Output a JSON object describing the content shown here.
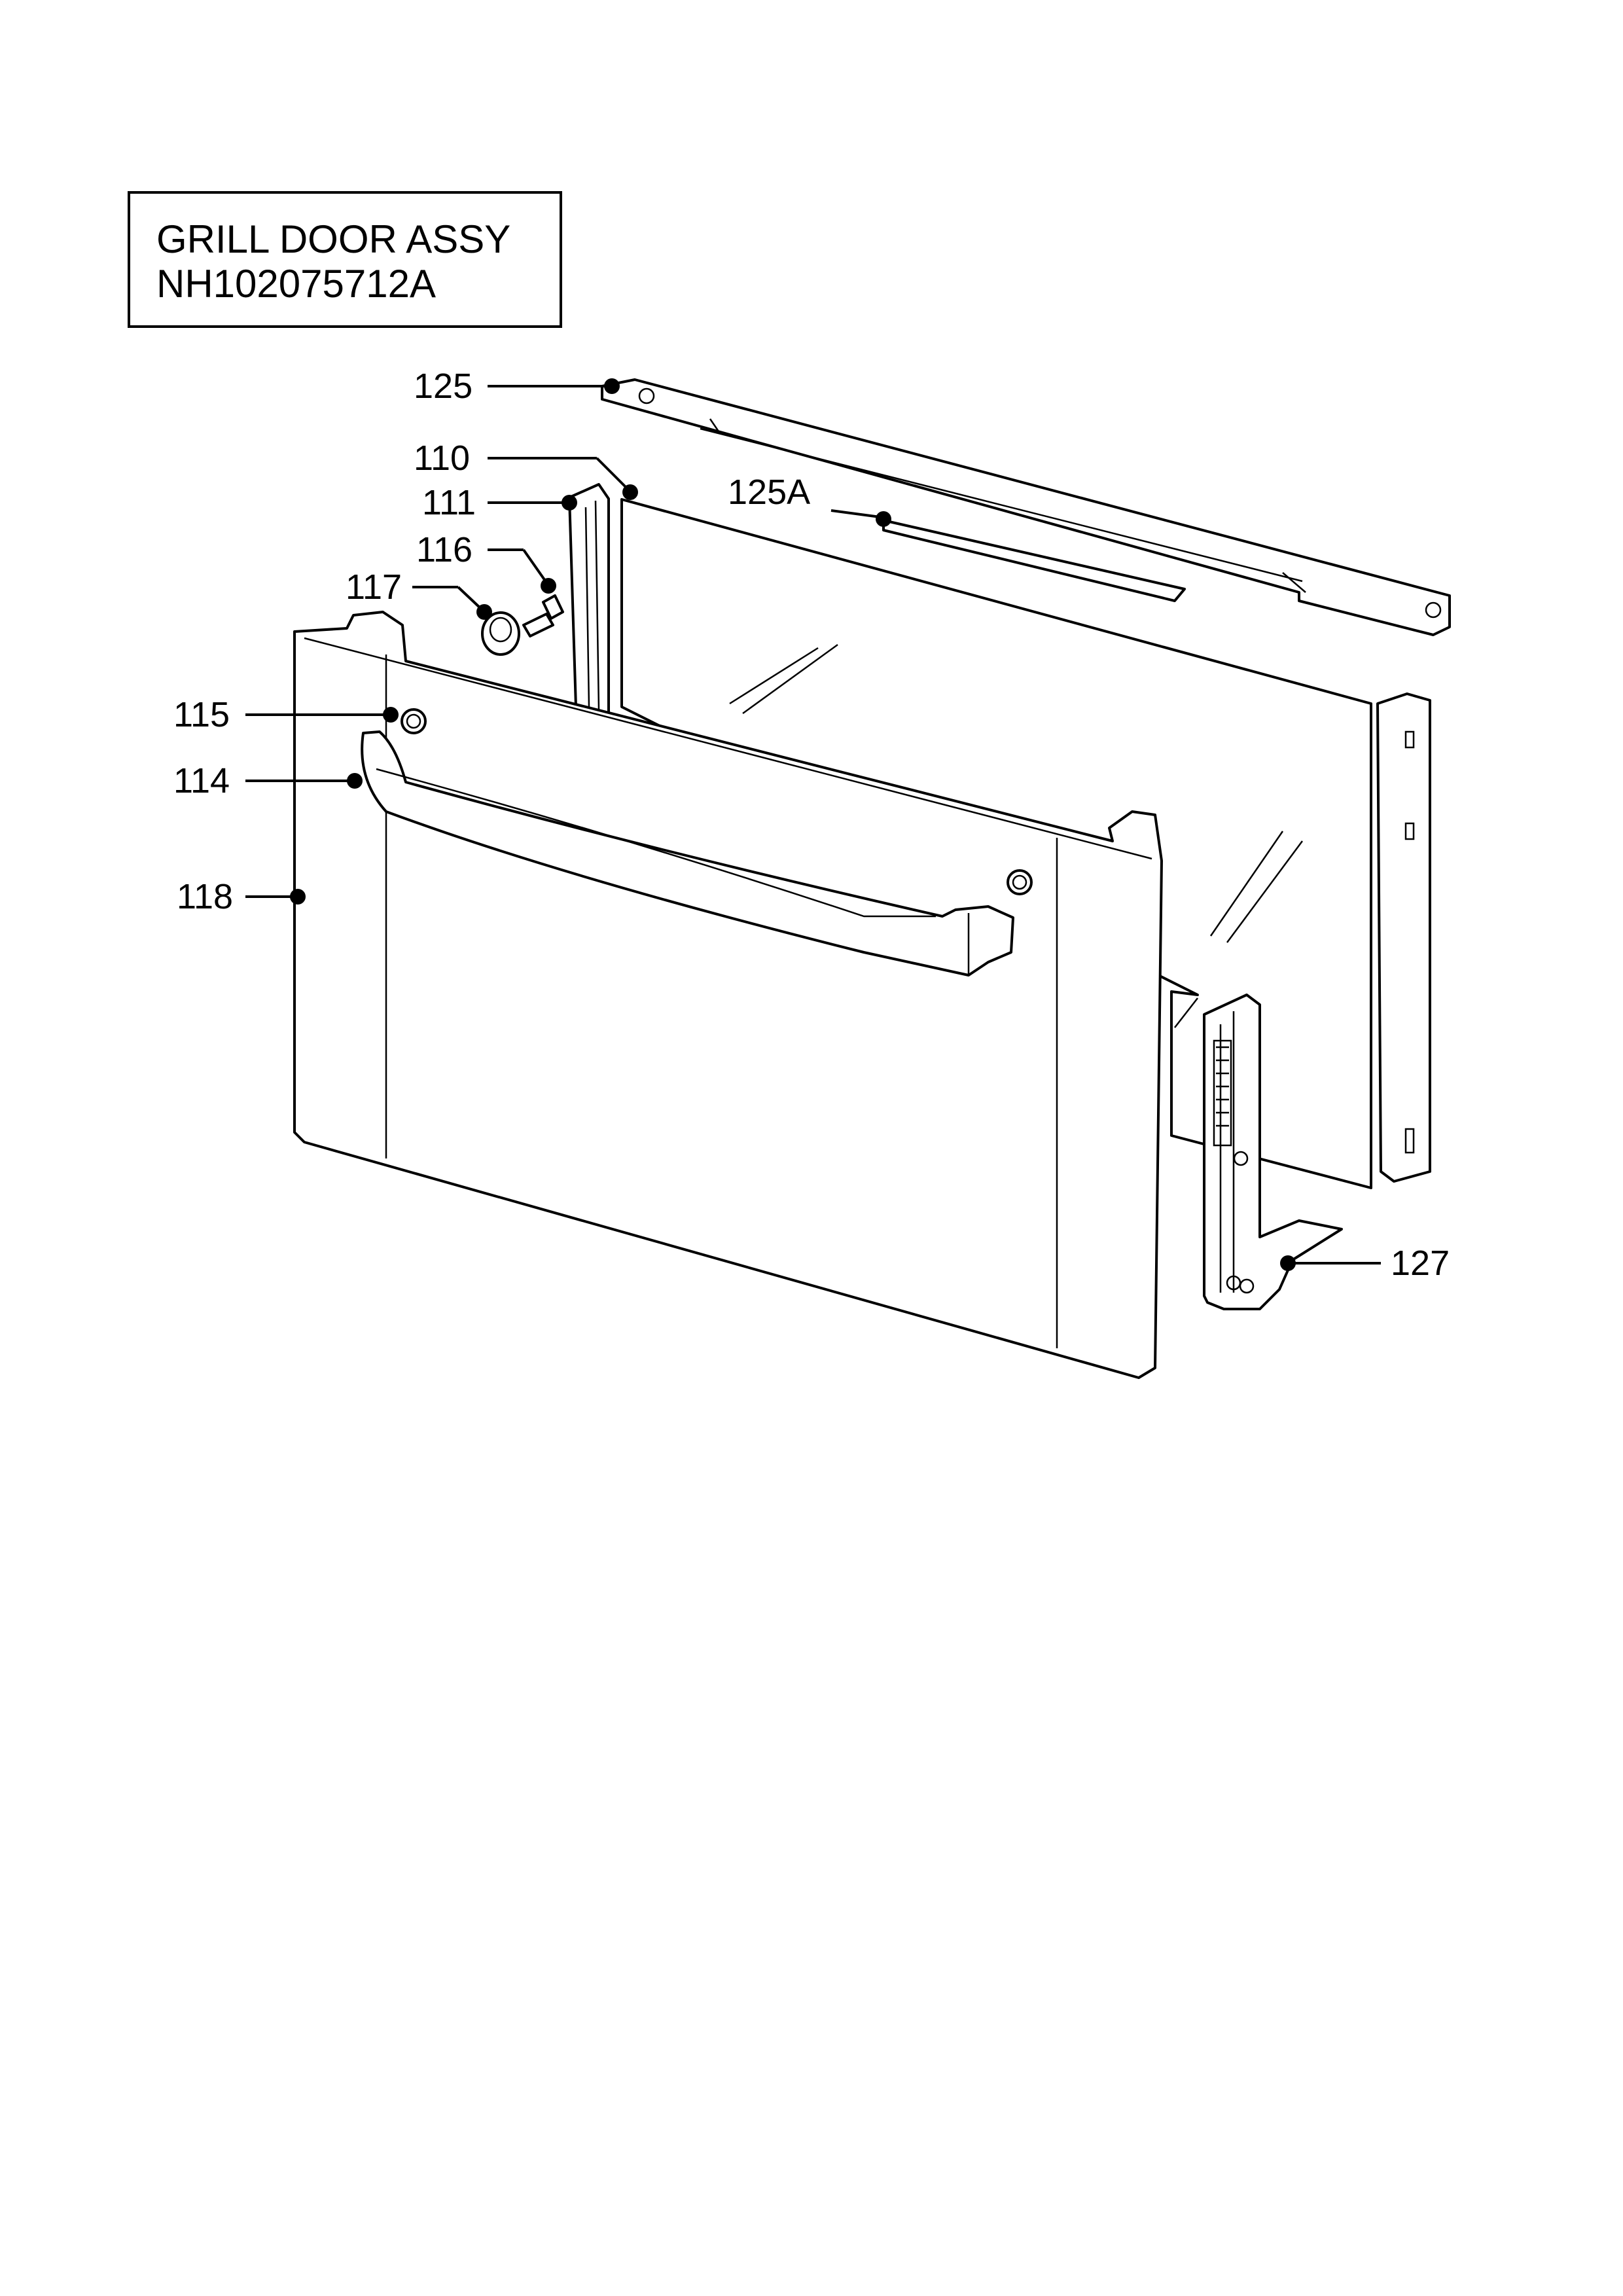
{
  "title": {
    "line1": "GRILL DOOR ASSY",
    "line2": "NH102075712A"
  },
  "callouts": [
    {
      "id": "125",
      "label": "125"
    },
    {
      "id": "110",
      "label": "110"
    },
    {
      "id": "125A",
      "label": "125A"
    },
    {
      "id": "111",
      "label": "111"
    },
    {
      "id": "116",
      "label": "116"
    },
    {
      "id": "117",
      "label": "117"
    },
    {
      "id": "115",
      "label": "115"
    },
    {
      "id": "114",
      "label": "114"
    },
    {
      "id": "118",
      "label": "118"
    },
    {
      "id": "127",
      "label": "127"
    }
  ]
}
